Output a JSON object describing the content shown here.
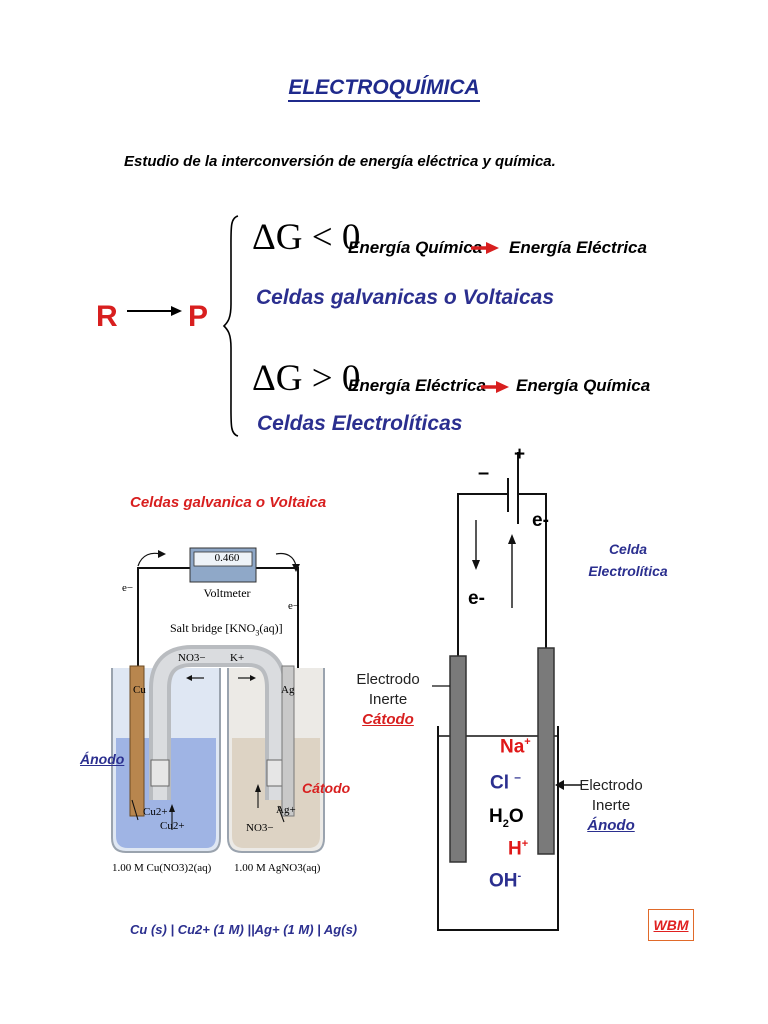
{
  "title": "ELECTROQUÍMICA",
  "subtitle": "Estudio de la interconversión de energía eléctrica y química.",
  "reaction": {
    "reactant": "R",
    "product": "P"
  },
  "case1": {
    "delta_g": "ΔG < 0",
    "from": "Energía Química",
    "to": "Energía Eléctrica",
    "cell_type": "Celdas galvanicas o Voltaicas"
  },
  "case2": {
    "delta_g": "ΔG > 0",
    "from": "Energía Eléctrica",
    "to": "Energía Química",
    "cell_type": "Celdas Electrolíticas"
  },
  "galvanic": {
    "heading": "Celdas galvanica o Voltaica",
    "voltmeter_reading": "0.460",
    "voltmeter_label": "Voltmeter",
    "salt_bridge_prefix": "Salt bridge [KNO",
    "salt_bridge_sub": "3",
    "salt_bridge_suffix": "(aq)]",
    "bridge_anion": "NO3−",
    "bridge_cation": "K+",
    "electron_left": "e−",
    "electron_right": "e−",
    "left_metal": "Cu",
    "right_metal": "Ag",
    "left_ion_1": "Cu2+",
    "left_ion_2": "Cu2+",
    "right_ion_1": "NO3−",
    "right_ion_2": "Ag+",
    "left_solution": "1.00 M Cu(NO3)2(aq)",
    "right_solution": "1.00 M AgNO3(aq)",
    "anode_label": "Ánodo",
    "cathode_label": "Cátodo",
    "notation": "Cu (s) | Cu2+ (1 M) ||Ag+ (1 M) | Ag(s)"
  },
  "electrolytic": {
    "heading_line1": "Celda",
    "heading_line2": "Electrolítica",
    "minus": "–",
    "plus": "+",
    "electron_1": "e-",
    "electron_2": "e-",
    "left_electrode_line1": "Electrodo",
    "left_electrode_line2": "Inerte",
    "left_electrode_role": "Cátodo",
    "right_electrode_line1": "Electrodo",
    "right_electrode_line2": "Inerte",
    "right_electrode_role": "Ánodo",
    "ions": [
      "Na+",
      "Cl –",
      "H2O",
      "H+",
      "OH-"
    ]
  },
  "signature": "WBM",
  "colors": {
    "title_blue": "#1f2a8c",
    "text_blue": "#2b2f8f",
    "accent_red": "#d81f1f",
    "electrode_gray": "#7a7a7a",
    "signature_border": "#e06a2a"
  }
}
